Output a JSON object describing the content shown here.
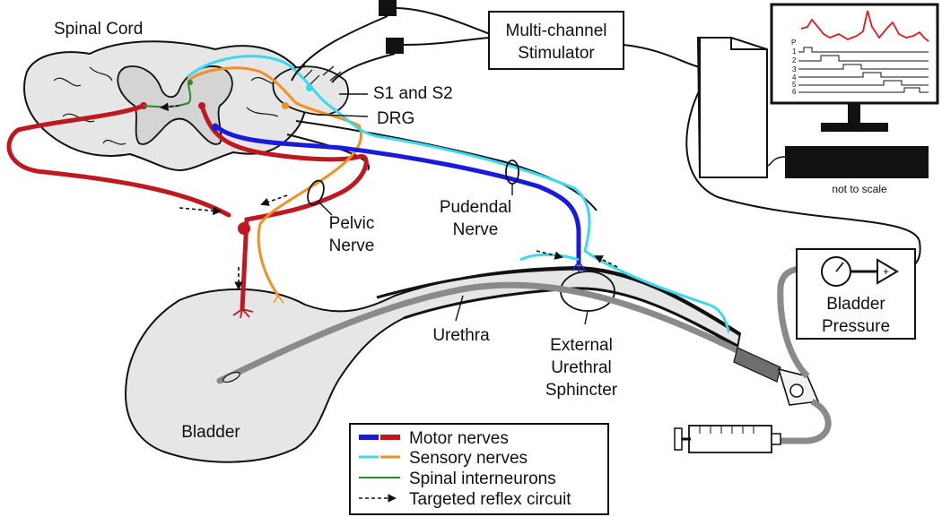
{
  "labels": {
    "spinal_cord": "Spinal Cord",
    "stimulator_line1": "Multi-channel",
    "stimulator_line2": "Stimulator",
    "s1_s2": "S1 and S2",
    "drg": "DRG",
    "pelvic_line1": "Pelvic",
    "pelvic_line2": "Nerve",
    "pudendal_line1": "Pudendal",
    "pudendal_line2": "Nerve",
    "urethra": "Urethra",
    "sphincter_line1": "External",
    "sphincter_line2": "Urethral",
    "sphincter_line3": "Sphincter",
    "bladder": "Bladder",
    "pressure_line1": "Bladder",
    "pressure_line2": "Pressure",
    "not_to_scale": "not to scale",
    "amp_plus": "+"
  },
  "monitor": {
    "channels": [
      "P",
      "1",
      "2",
      "3",
      "4",
      "5",
      "6"
    ],
    "trace_color": "#e41a1c"
  },
  "legend": {
    "items": [
      {
        "label": "Motor nerves",
        "colors": [
          "#1a1adc",
          "#c01820"
        ]
      },
      {
        "label": "Sensory nerves",
        "colors": [
          "#3cd8f0",
          "#f39020"
        ]
      },
      {
        "label": "Spinal interneurons",
        "colors": [
          "#2a8a2a"
        ]
      },
      {
        "label": "Targeted reflex circuit",
        "colors": [
          "#111111"
        ]
      }
    ]
  },
  "colors": {
    "motor_blue": "#1a1adc",
    "motor_red": "#c01820",
    "sensory_cyan": "#3cd8f0",
    "sensory_orange": "#f39020",
    "interneuron": "#2a8a2a",
    "tissue": "#e6e6e6",
    "catheter": "#8a8a8a"
  }
}
